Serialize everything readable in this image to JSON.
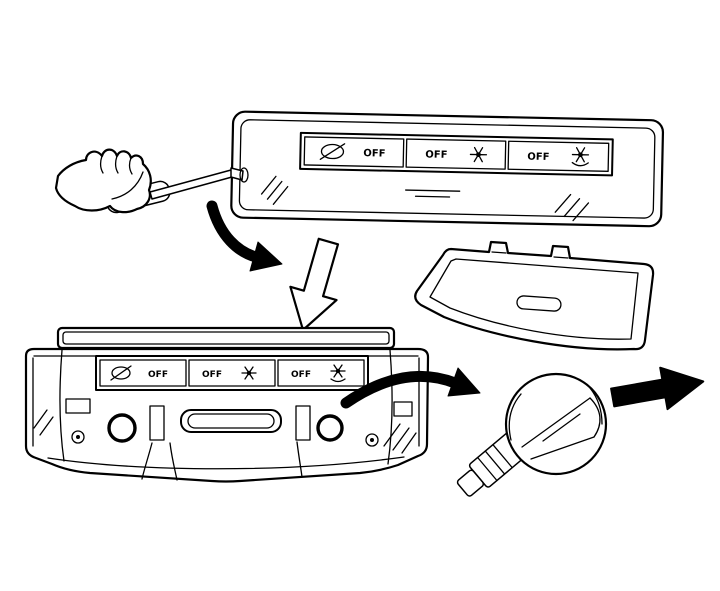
{
  "scene": {
    "description": "Service illustration: pry open overhead console switch panel with screwdriver, remove lens cover, pull out wedge-base bulb",
    "background_color": "#ffffff",
    "line_color": "#000000",
    "labels": {
      "off": "OFF"
    }
  },
  "top_console": {
    "switches": [
      {
        "name": "switch-1",
        "icon": "dome-lamp-off-icon",
        "icon_position": "left",
        "label": "OFF"
      },
      {
        "name": "switch-2",
        "icon": "map-lamp-left-icon",
        "icon_position": "right",
        "label": "OFF"
      },
      {
        "name": "switch-3",
        "icon": "map-lamp-right-icon",
        "icon_position": "right",
        "label": "OFF"
      }
    ]
  },
  "bottom_console": {
    "switches": [
      {
        "name": "switch-1",
        "icon": "dome-lamp-off-icon",
        "icon_position": "left",
        "label": "OFF"
      },
      {
        "name": "switch-2",
        "icon": "map-lamp-left-icon",
        "icon_position": "right",
        "label": "OFF"
      },
      {
        "name": "switch-3",
        "icon": "map-lamp-right-icon",
        "icon_position": "right",
        "label": "OFF"
      }
    ]
  }
}
